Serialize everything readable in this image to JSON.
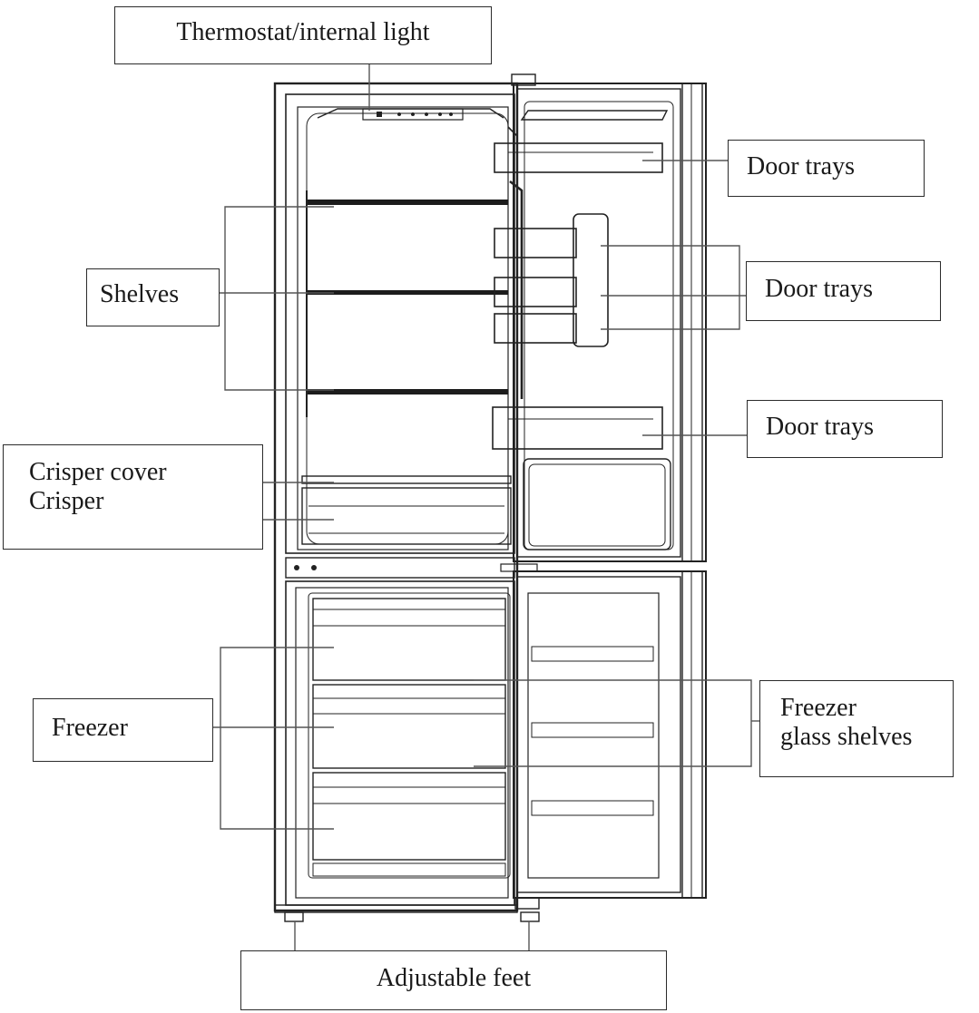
{
  "labels": {
    "thermostat": "Thermostat/internal light",
    "door_trays_top": "Door trays",
    "shelves": "Shelves",
    "door_trays_middle": "Door trays",
    "door_trays_bottom": "Door trays",
    "crisper_cover": "Crisper cover",
    "crisper": "Crisper",
    "freezer": "Freezer",
    "freezer_glass_shelves_line1": "Freezer",
    "freezer_glass_shelves_line2": "glass shelves",
    "adjustable_feet": "Adjustable feet"
  }
}
